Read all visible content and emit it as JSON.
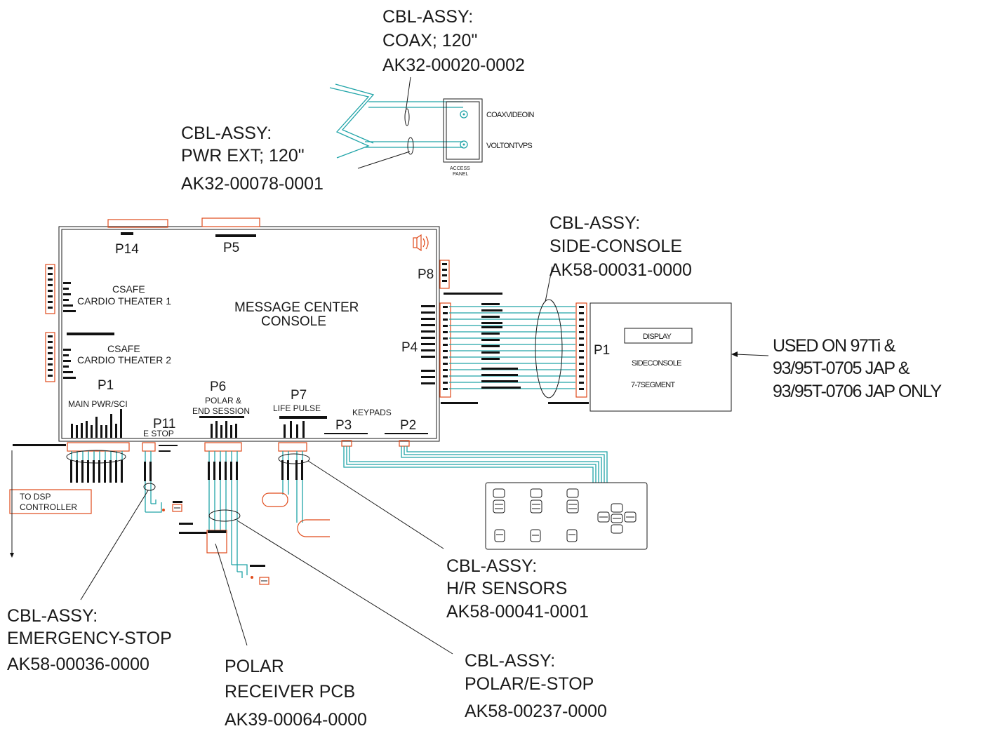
{
  "colors": {
    "wire": "#20a4a8",
    "connector": "#e04a1a",
    "ink": "#1a1a1a"
  },
  "callouts": {
    "coax": {
      "l1": "CBL-ASSY:",
      "l2": "COAX; 120\"",
      "l3": "AK32-00020-0002"
    },
    "pwr_ext": {
      "l1": "CBL-ASSY:",
      "l2": "PWR EXT; 120\"",
      "l3": "AK32-00078-0001"
    },
    "side_console": {
      "l1": "CBL-ASSY:",
      "l2": "SIDE-CONSOLE",
      "l3": "AK58-00031-0000"
    },
    "used_on": {
      "l1": "USED ON 97Ti &",
      "l2": "93/95T-0705 JAP &",
      "l3": "93/95T-0706 JAP ONLY"
    },
    "hr_sensors": {
      "l1": "CBL-ASSY:",
      "l2": "H/R SENSORS",
      "l3": "AK58-00041-0001"
    },
    "emergency_stop": {
      "l1": "CBL-ASSY:",
      "l2": "EMERGENCY-STOP",
      "l3": "AK58-00036-0000"
    },
    "polar_receiver": {
      "l1": "POLAR",
      "l2": "RECEIVER PCB",
      "l3": "AK39-00064-0000"
    },
    "polar_estop": {
      "l1": "CBL-ASSY:",
      "l2": "POLAR/E-STOP",
      "l3": "AK58-00237-0000"
    }
  },
  "access_panel": {
    "coax_in": "COAXVIDEOIN",
    "volt": "VOLTONTVPS",
    "label_l1": "ACCESS",
    "label_l2": "PANEL"
  },
  "console": {
    "title_l1": "MESSAGE CENTER",
    "title_l2": "CONSOLE",
    "csafe1_l1": "CSAFE",
    "csafe1_l2": "CARDIO THEATER 1",
    "csafe2_l1": "CSAFE",
    "csafe2_l2": "CARDIO THEATER 2",
    "p14": "P14",
    "p5": "P5",
    "p8": "P8",
    "p4": "P4",
    "p1": "P1",
    "p1_desc": "MAIN PWR/SCI",
    "p11": "P11",
    "p11_desc": "E STOP",
    "p6": "P6",
    "p6_desc_l1": "POLAR &",
    "p6_desc_l2": "END SESSION",
    "p7": "P7",
    "p7_desc": "LIFE PULSE",
    "keypads": "KEYPADS",
    "p3": "P3",
    "p2": "P2"
  },
  "side_console": {
    "p1": "P1",
    "display": "DISPLAY",
    "name": "SIDECONSOLE",
    "segment": "7-7SEGMENT"
  },
  "dsp": {
    "l1": "TO DSP",
    "l2": "CONTROLLER"
  }
}
